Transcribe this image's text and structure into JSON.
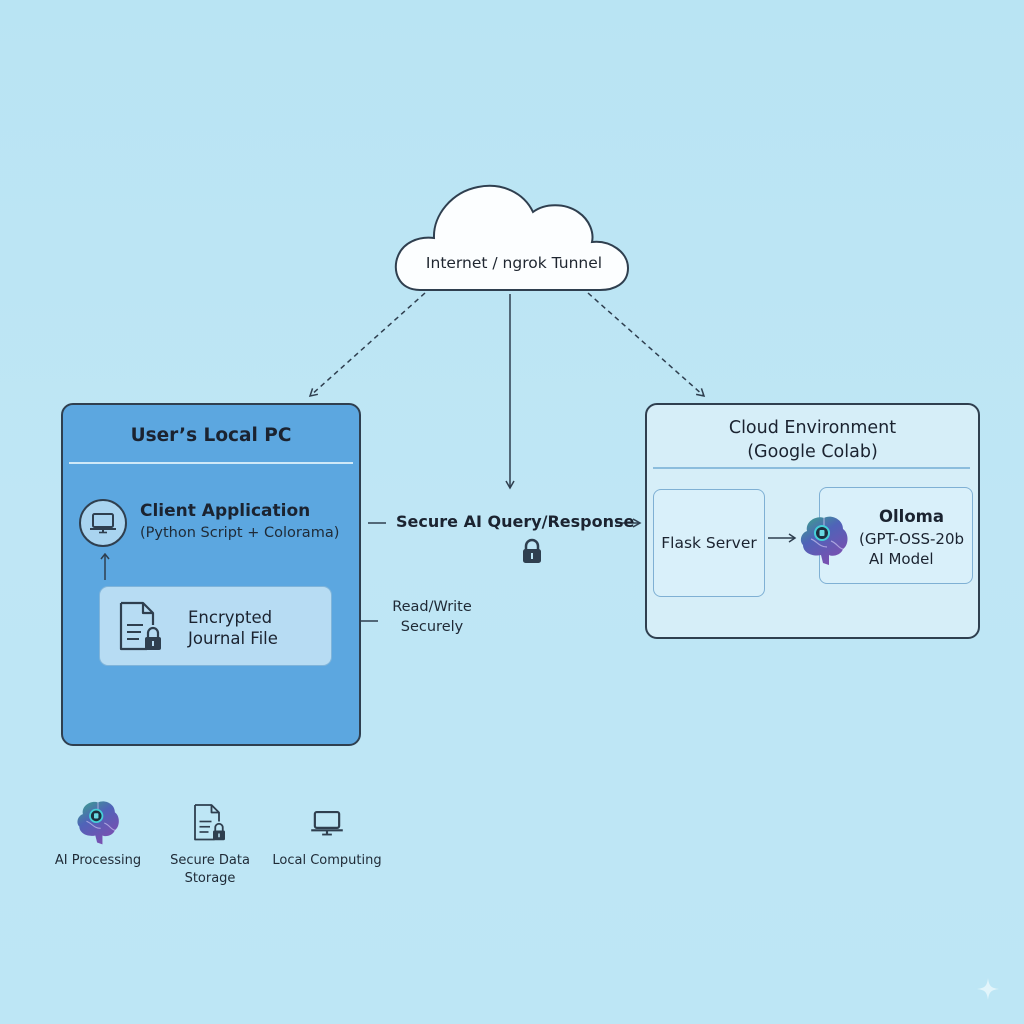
{
  "cloud": {
    "label": "Internet / ngrok Tunnel",
    "icon": "cloud-icon"
  },
  "local_pc": {
    "title": "User’s Local PC",
    "client_app": {
      "title": "Client Application",
      "subtitle": "(Python Script + Colorama)",
      "icon": "laptop-icon"
    },
    "journal": {
      "line1": "Encrypted",
      "line2": "Journal File",
      "icon": "locked-document-icon"
    }
  },
  "connections": {
    "query_label": "Secure AI Query/Response",
    "query_icon": "lock-icon",
    "read_write_line1": "Read/Write",
    "read_write_line2": "Securely"
  },
  "cloud_env": {
    "title_line1": "Cloud Environment",
    "title_line2": "(Google Colab)",
    "flask": {
      "label": "Flask Server"
    },
    "ollama": {
      "title": "Olloma",
      "model_line1": "(GPT-OSS-20b",
      "model_line2": "AI Model",
      "icon": "brain-icon"
    }
  },
  "legend": [
    {
      "label": "AI Processing",
      "icon": "brain-icon"
    },
    {
      "label_line1": "Secure Data",
      "label_line2": "Storage",
      "icon": "locked-document-icon"
    },
    {
      "label": "Local Computing",
      "icon": "laptop-icon"
    }
  ],
  "colors": {
    "background": "#bde6f5",
    "local_panel": "#5ca7e0",
    "cloud_panel": "#d6eef8",
    "stroke": "#2f3f4f"
  }
}
